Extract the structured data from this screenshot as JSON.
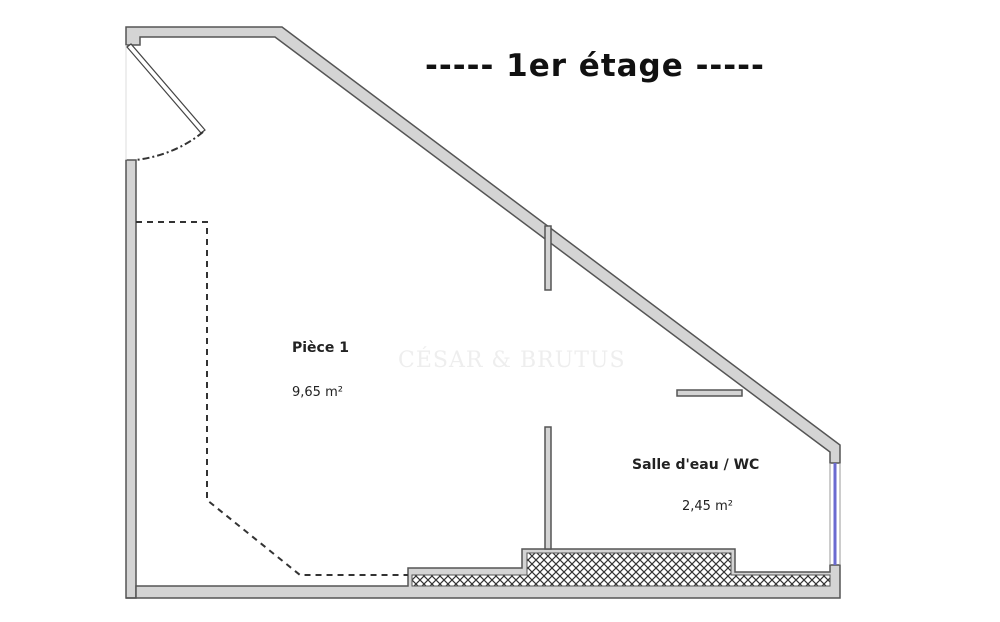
{
  "title": "-----  1er étage  -----",
  "rooms": [
    {
      "name": "Pièce 1",
      "area": "9,65 m²"
    },
    {
      "name": "Salle d'eau / WC",
      "area": "2,45 m²"
    }
  ],
  "watermark": "CÉSAR & BRUTUS",
  "colors": {
    "wall_fill": "#d4d4d4",
    "wall_stroke": "#555555",
    "window": "#6a6ad0"
  }
}
